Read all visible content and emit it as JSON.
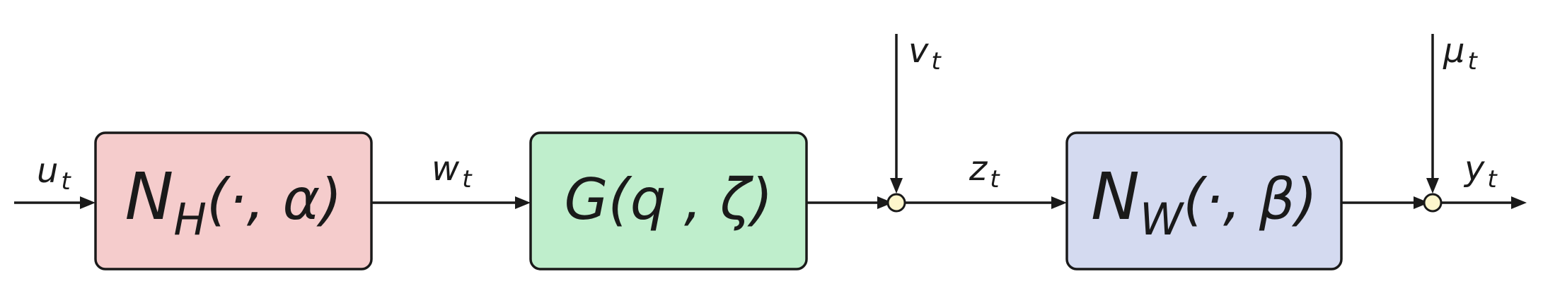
{
  "blocks": {
    "nh": {
      "main": "N",
      "sub": "H",
      "args": "(·, α)",
      "color": "#f5cccc"
    },
    "g": {
      "main": "G",
      "args": "(q , ζ)",
      "color": "#bfeecc"
    },
    "nw": {
      "main": "N",
      "sub": "W",
      "args": "(·, β)",
      "color": "#d4daf0"
    }
  },
  "signals": {
    "u": {
      "base": "u",
      "sub": "t"
    },
    "w": {
      "base": "w",
      "sub": "t"
    },
    "v": {
      "base": "v",
      "sub": "t"
    },
    "z": {
      "base": "z",
      "sub": "t"
    },
    "mu": {
      "base": "μ",
      "sub": "t"
    },
    "y": {
      "base": "y",
      "sub": "t"
    }
  },
  "colors": {
    "line": "#1a1a1a",
    "junction_fill": "#fdf6cc"
  }
}
